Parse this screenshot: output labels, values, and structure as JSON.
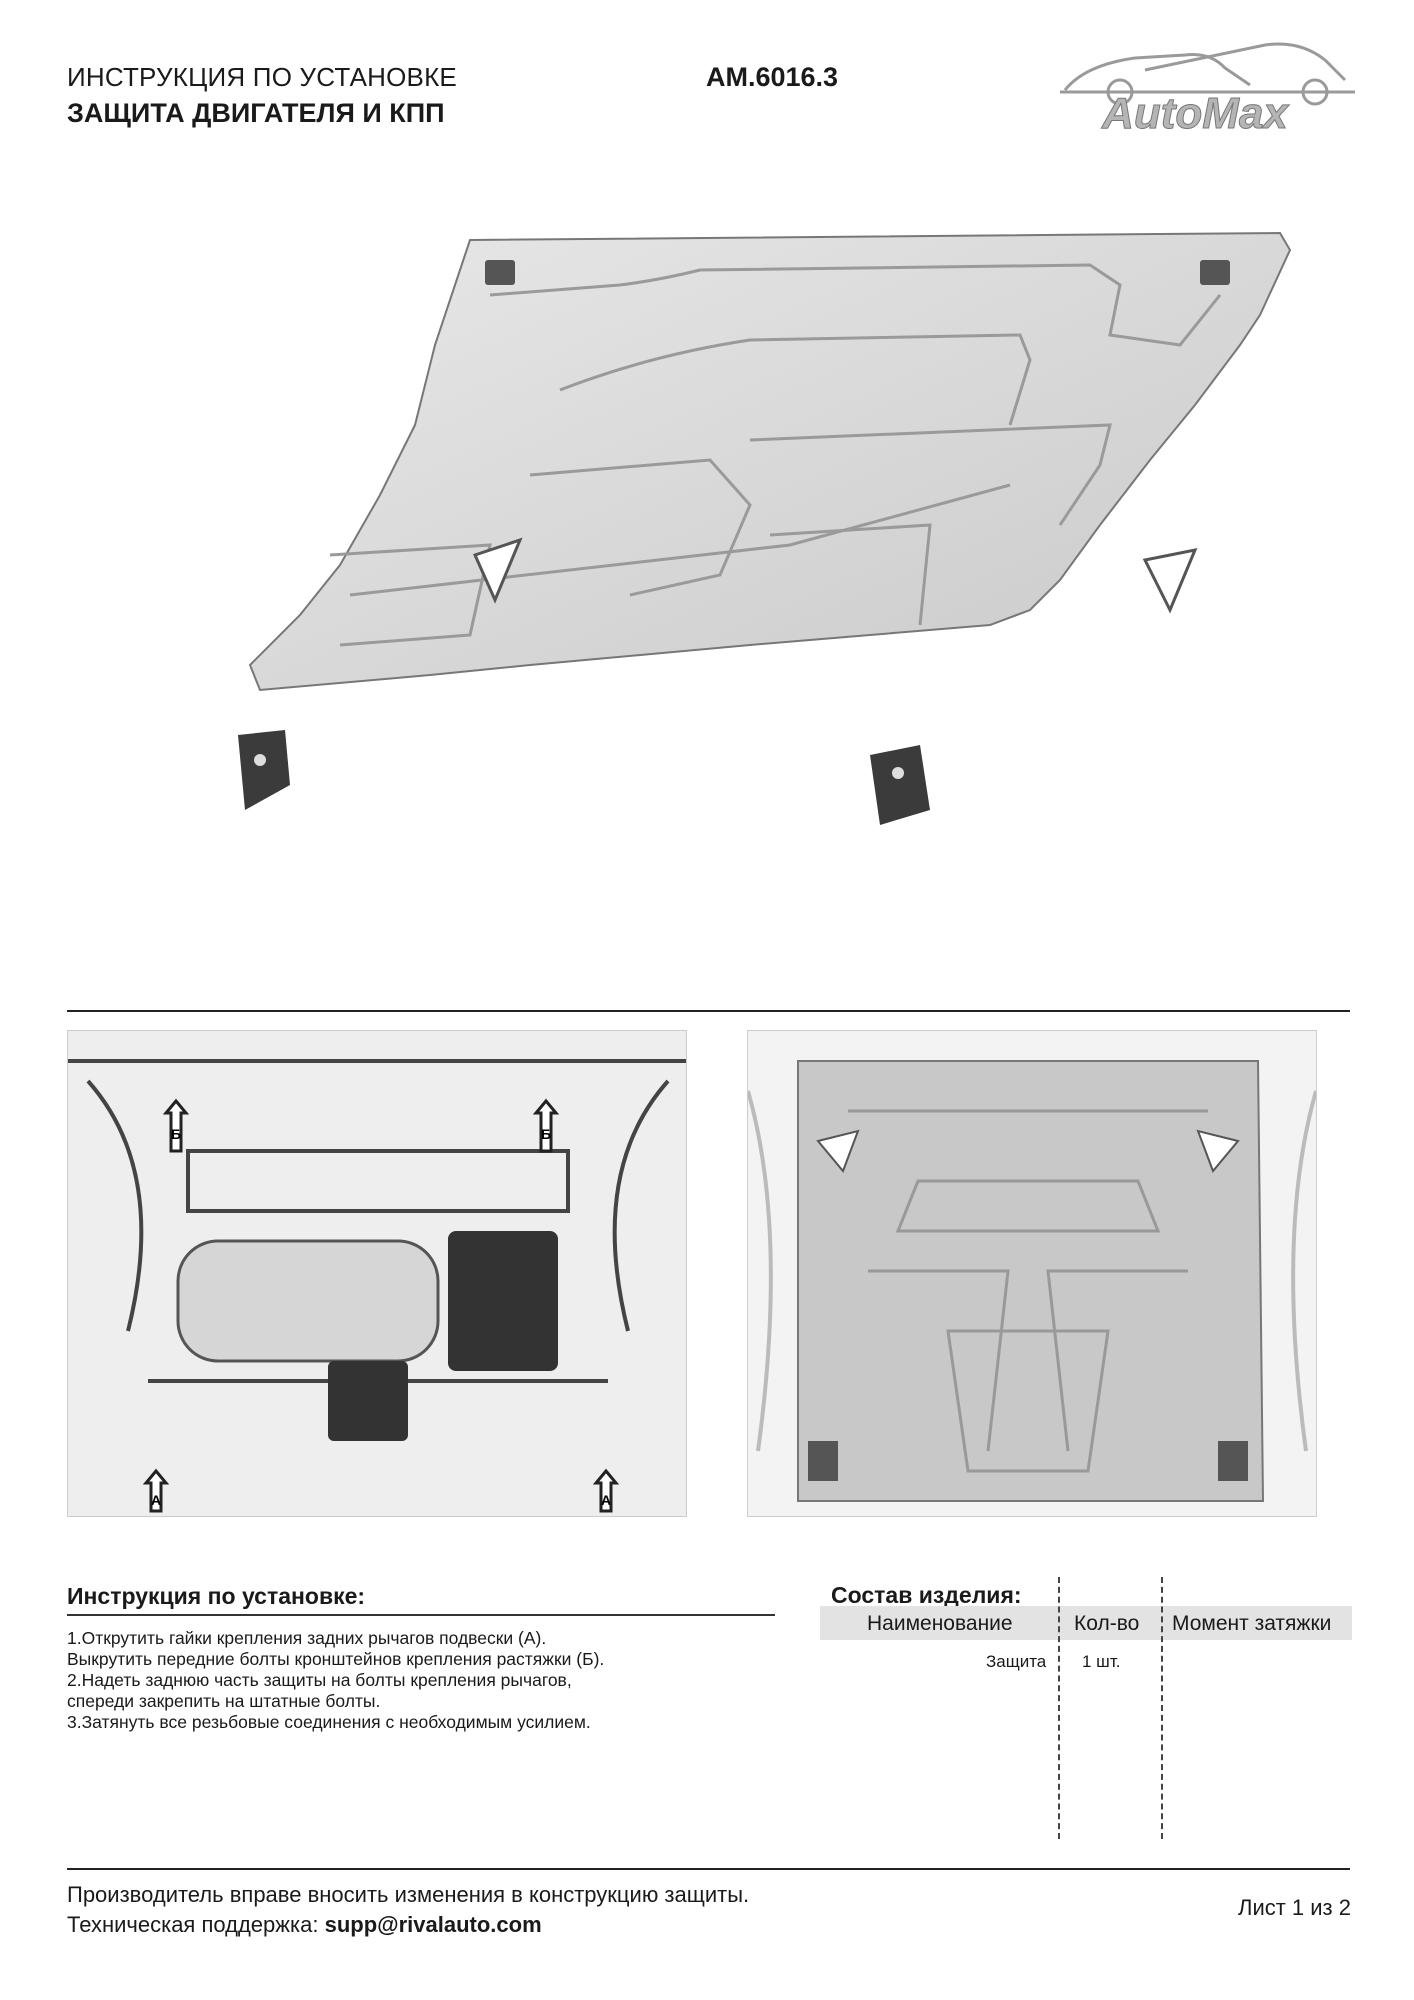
{
  "header": {
    "subtitle": "ИНСТРУКЦИЯ ПО УСТАНОВКЕ",
    "title": "ЗАЩИТА ДВИГАТЕЛЯ И КПП",
    "code": "АМ.6016.3",
    "brand": "AutoMax"
  },
  "photos": {
    "left_markers": [
      "Б",
      "Б",
      "А",
      "А"
    ]
  },
  "instructions": {
    "heading": "Инструкция по установке:",
    "text": "   1.Открутить гайки крепления задних рычагов подвески (А).\nВыкрутить передние болты кронштейнов крепления растяжки (Б).\n   2.Надеть заднюю часть защиты на болты крепления рычагов,\nспереди закрепить на штатные болты.\n   3.Затянуть все резьбовые соединения с необходимым усилием."
  },
  "composition": {
    "heading": "Состав изделия:",
    "columns": [
      "Наименование",
      "Кол-во",
      "Момент затяжки"
    ],
    "rows": [
      {
        "name": "Защита",
        "qty": "1 шт.",
        "torque": ""
      }
    ]
  },
  "footer": {
    "note": "Производитель вправе вносить изменения в конструкцию защиты.",
    "support_label": "Техническая поддержка:",
    "support_email": "supp@rivalauto.com",
    "page": "Лист 1 из 2"
  },
  "colors": {
    "plate": "#d9d9d9",
    "plate_edge": "#8a8a8a",
    "header_band": "#e3e3e3",
    "text": "#1a1a1a"
  }
}
